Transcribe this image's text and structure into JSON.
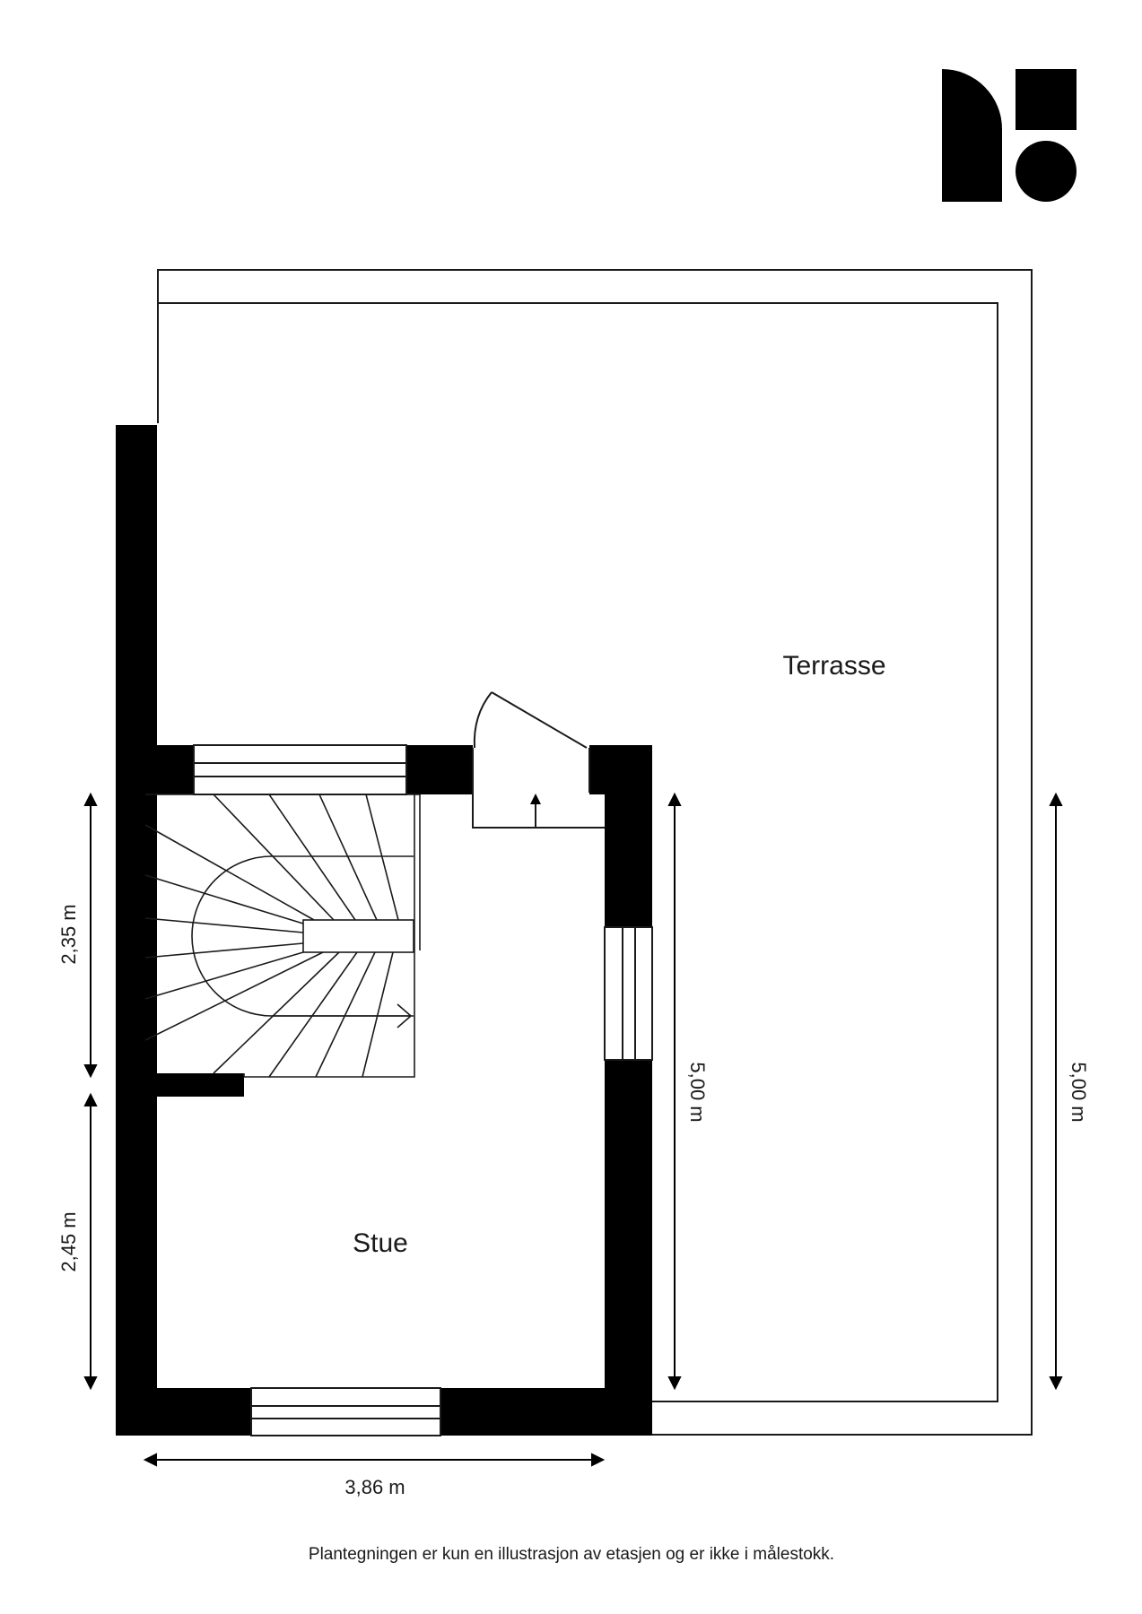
{
  "rooms": {
    "terrasse": "Terrasse",
    "stue": "Stue"
  },
  "dimensions": {
    "left_upper": "2,35 m",
    "left_lower": "2,45 m",
    "bottom": "3,86 m",
    "inner_right": "5,00 m",
    "outer_right": "5,00 m"
  },
  "disclaimer": "Plantegningen er kun en illustrasjon av etasjen og er ikke i målestokk.",
  "colors": {
    "wall": "#000000",
    "line": "#1a1a1a",
    "background": "#ffffff"
  },
  "logo": {
    "name": "brand-logo"
  }
}
